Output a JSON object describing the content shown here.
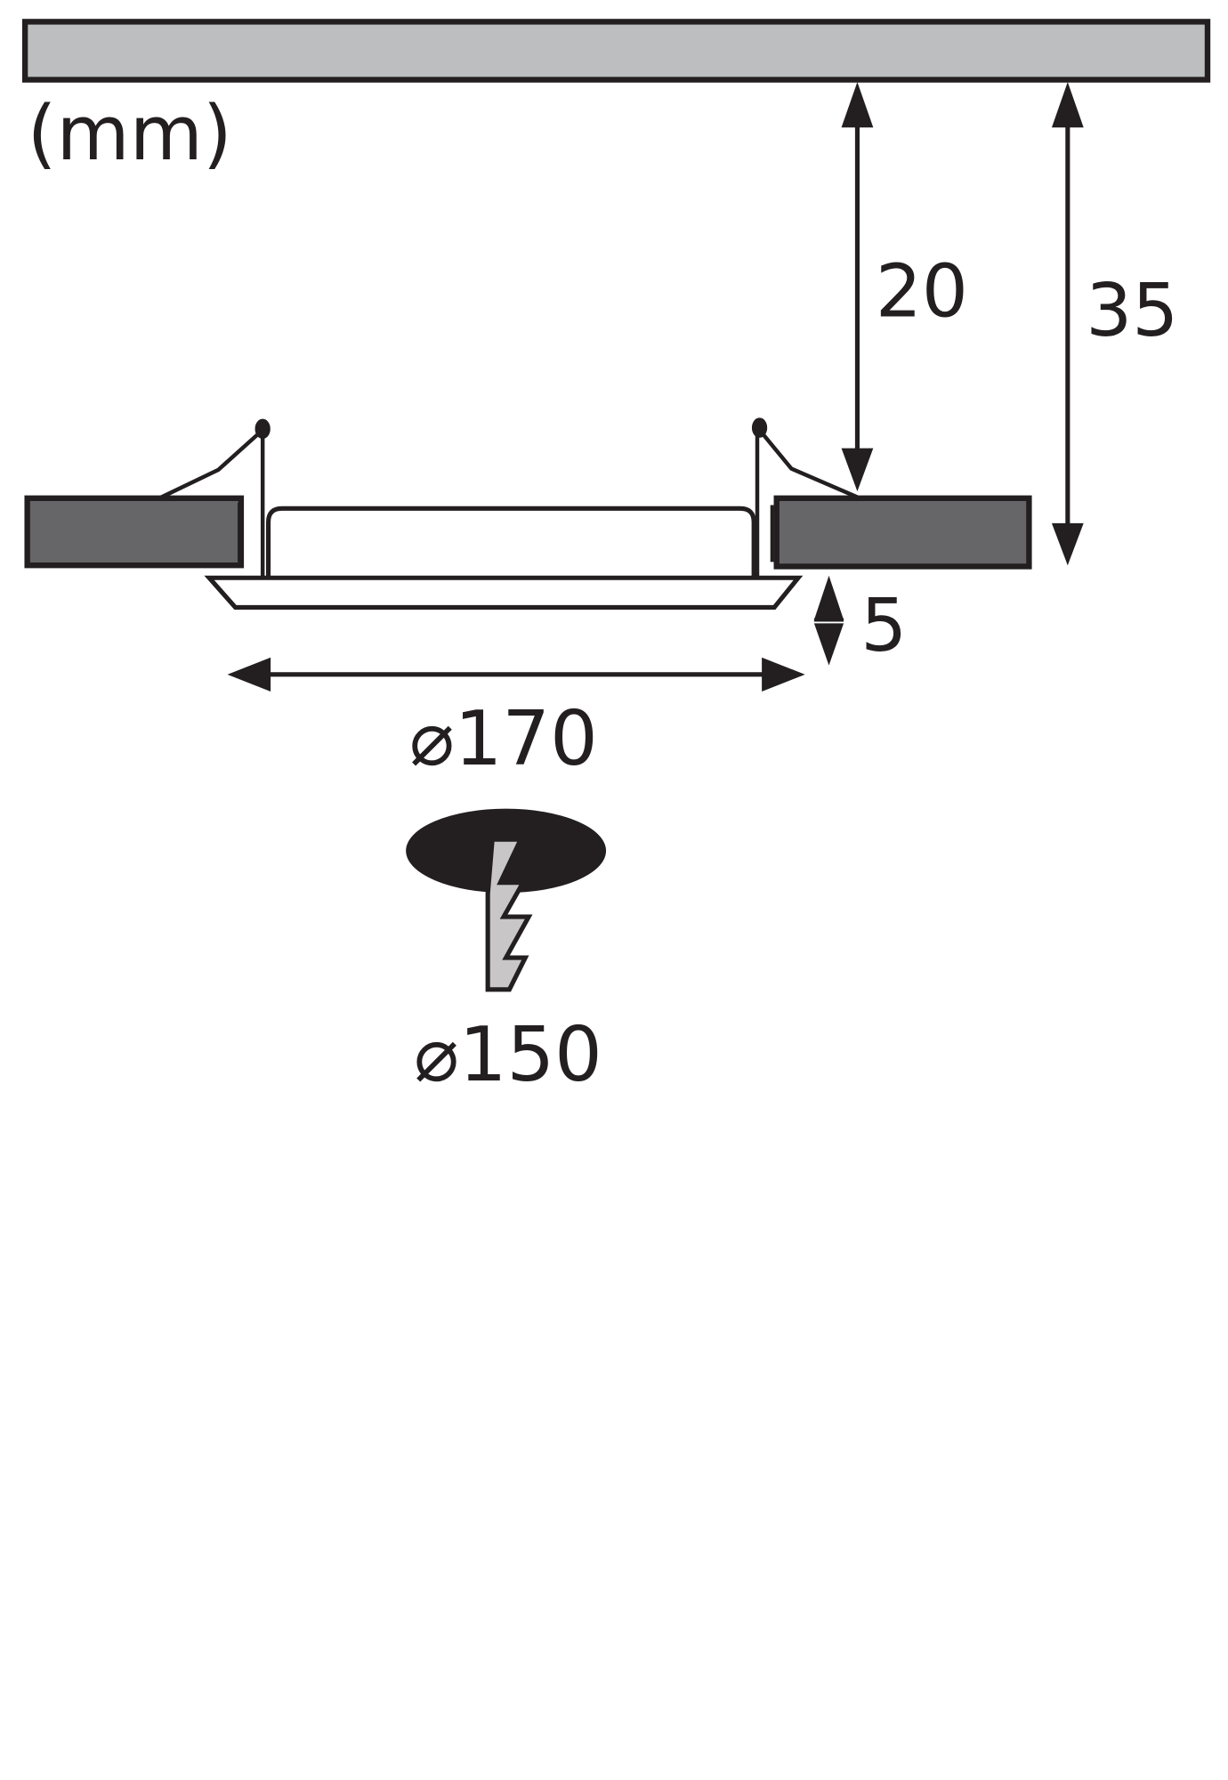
{
  "diagram": {
    "type": "dimension-drawing",
    "subject": "recessed ceiling light",
    "unit_label": "(mm)",
    "dimensions": {
      "recess_depth": "20",
      "total_height": "35",
      "bezel_height": "5",
      "outer_diameter": "⌀170",
      "cutout_diameter": "⌀150"
    },
    "colors": {
      "line": "#231f20",
      "ceiling_fill": "#bcbec0",
      "panel_fill": "#666668",
      "hole_fill": "#231f20",
      "drill_fill": "#c8c6c6"
    }
  }
}
